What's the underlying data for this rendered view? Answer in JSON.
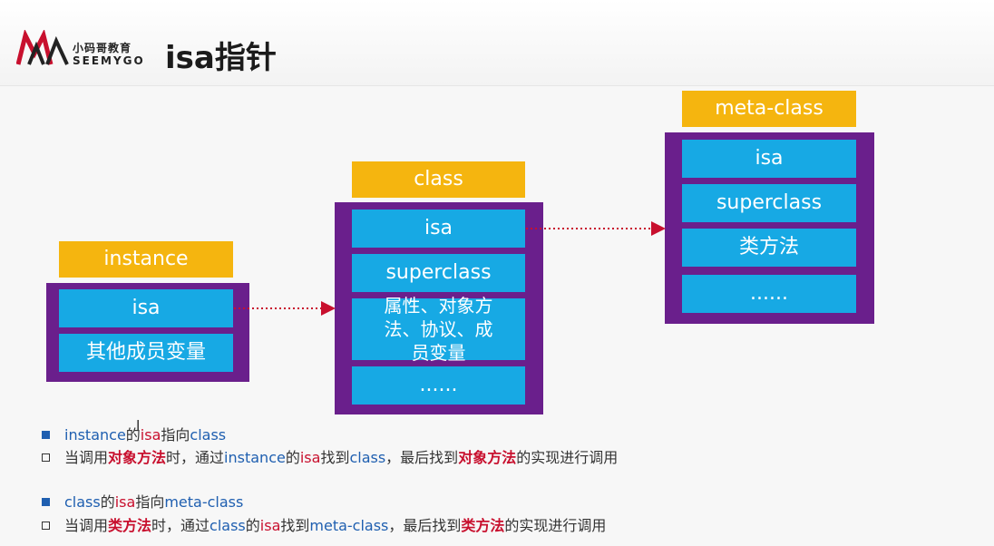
{
  "logo": {
    "cn": "小码哥教育",
    "en": "SEEMYGO"
  },
  "title": "isa指针",
  "instance": {
    "label": "instance",
    "cells": [
      "isa",
      "其他成员变量"
    ]
  },
  "class": {
    "label": "class",
    "cells": [
      "isa",
      "superclass",
      "属性、对象方法、协议、成员变量",
      "......"
    ]
  },
  "meta_class": {
    "label": "meta-class",
    "cells": [
      "isa",
      "superclass",
      "类方法",
      "......"
    ]
  },
  "notes": [
    {
      "bullet": "filled",
      "parts": [
        "instance",
        "的",
        "isa",
        "指向",
        "class"
      ]
    },
    {
      "bullet": "hollow",
      "parts": [
        "当调用",
        "对象方法",
        "时，通过",
        "instance",
        "的",
        "isa",
        "找到",
        "class",
        "，最后找到",
        "对象方法",
        "的实现进行调用"
      ]
    },
    {
      "bullet": "filled",
      "parts": [
        "class",
        "的",
        "isa",
        "指向",
        "meta-class"
      ]
    },
    {
      "bullet": "hollow",
      "parts": [
        "当调用",
        "类方法",
        "时，通过",
        "class",
        "的",
        "isa",
        "找到",
        "meta-class",
        "，最后找到",
        "类方法",
        "的实现进行调用"
      ]
    }
  ],
  "colors": {
    "frame": "#6a1f8c",
    "cell": "#17a9e4",
    "header": "#f5b50f",
    "arrow": "#c8102e",
    "highlight": "#c8102e",
    "keyword": "#1f5fb0"
  }
}
